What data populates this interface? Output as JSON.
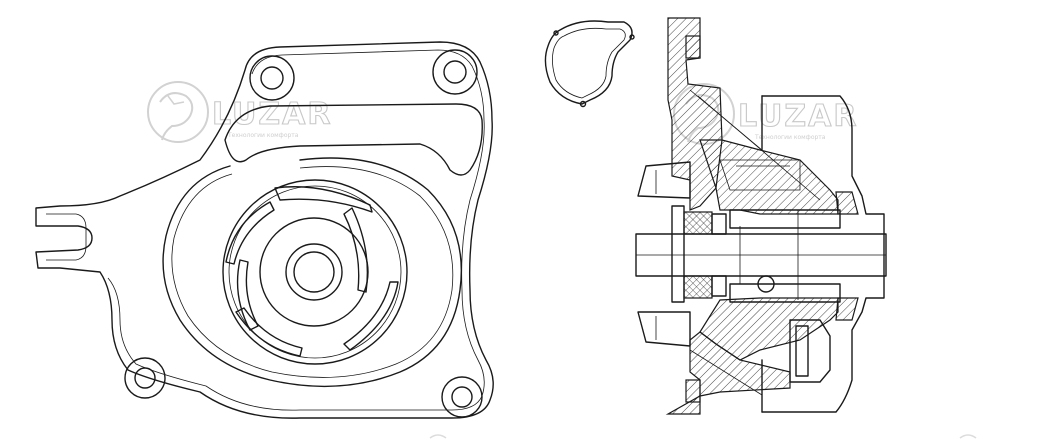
{
  "watermark": {
    "brand": "LUZAR",
    "tagline": "Технологии комфорта"
  },
  "colors": {
    "line": "#1a1a1a",
    "watermark": "#c8c8c8",
    "background": "#ffffff"
  },
  "parts": {
    "front_view": "water-pump-front-view",
    "gasket": "pump-gasket",
    "section_view": "water-pump-section-view"
  }
}
